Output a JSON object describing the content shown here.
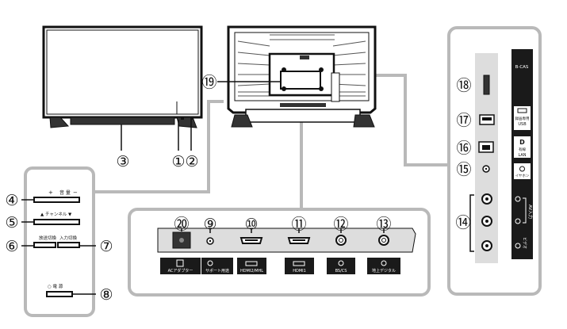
{
  "callouts": {
    "n1": "①",
    "n2": "②",
    "n3": "③",
    "n4": "④",
    "n5": "⑤",
    "n6": "⑥",
    "n7": "⑦",
    "n8": "⑧",
    "n9": "⑨",
    "n10": "⑩",
    "n11": "⑪",
    "n12": "⑫",
    "n13": "⑬",
    "n14": "⑭",
    "n15": "⑮",
    "n16": "⑯",
    "n17": "⑰",
    "n18": "⑱",
    "n19": "⑲",
    "n20": "⑳"
  },
  "side_buttons": {
    "volume_plus": "+",
    "volume_label": "音 量",
    "volume_minus": "−",
    "channel_label": "▲ チャンネル ▼",
    "broadcast_label": "放送切換",
    "input_label": "入力切換",
    "power_label": "○ 電 源"
  },
  "bottom_ports": {
    "ac_adapter": "ACアダプター",
    "support": "サポート用途",
    "hdmi2": "HDMI2/MHL",
    "hdmi1": "HDMI1",
    "bs_cs": "BS/CS",
    "terrestrial": "地上デジタル"
  },
  "side_panel": {
    "bcas": "B-CAS",
    "usb_lines": [
      "録画専用",
      "USB"
    ],
    "lan_glyph": "D",
    "lan_lines": [
      "有線",
      "LAN"
    ],
    "earphone": "イヤホン",
    "av_input": "AV入力",
    "video": "ビデオ"
  },
  "colors": {
    "line": "#111111",
    "guide": "#b9b9b9",
    "panel_fill": "#dddddd",
    "label_bg": "#1a1a1a"
  }
}
